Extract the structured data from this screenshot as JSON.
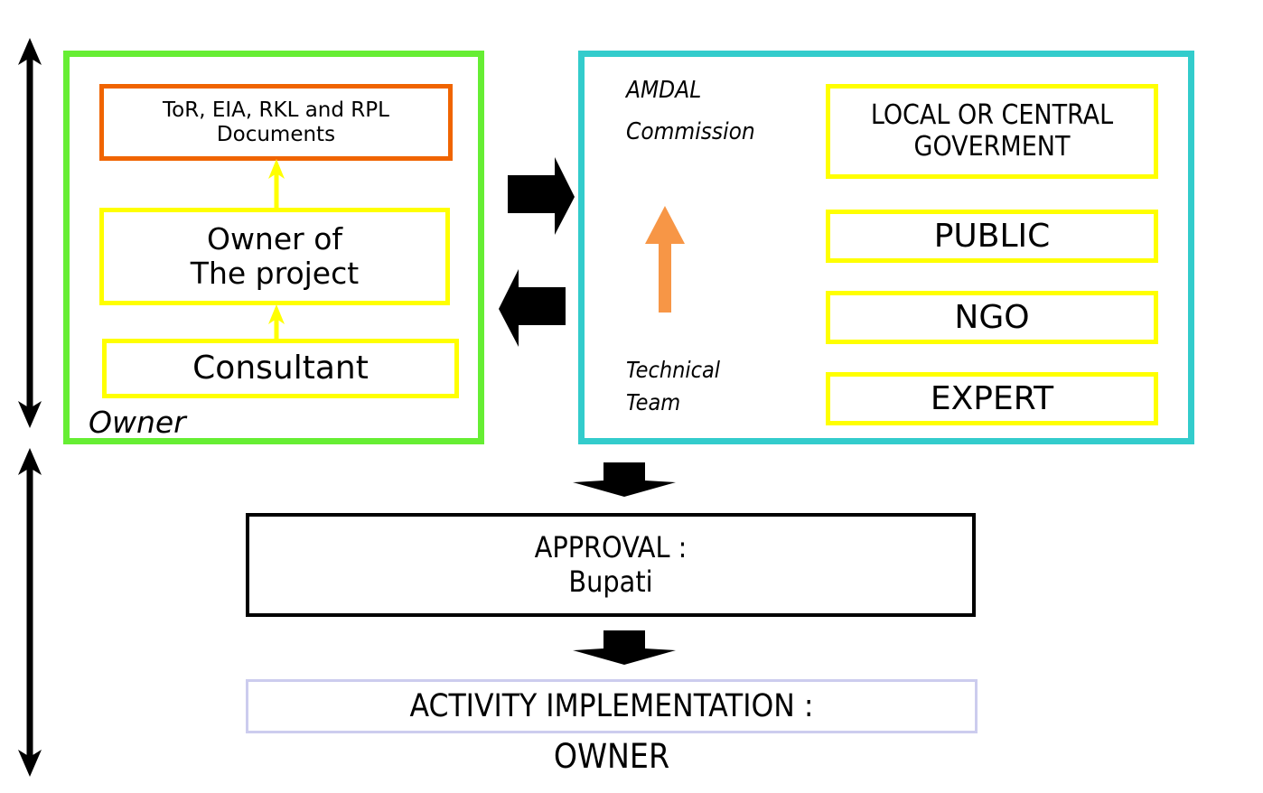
{
  "diagram": {
    "title_semantic": "AMDAL (EIA) permitting workflow",
    "colors": {
      "owner_panel_border": "#66ee33",
      "amdal_panel_border": "#33cccc",
      "document_box_border": "#f06400",
      "inner_box_border": "#ffff00",
      "orange_arrow": "#f79646",
      "activity_box_border": "#ccccee",
      "approval_box_border": "#000000",
      "black_arrow": "#000000"
    }
  },
  "owner_panel": {
    "label": "Owner",
    "documents_box": {
      "line1": "ToR, EIA, RKL and RPL",
      "line2": "Documents"
    },
    "owner_box": {
      "line1": "Owner of",
      "line2": "The project"
    },
    "consultant_box": {
      "label": "Consultant"
    }
  },
  "amdal_panel": {
    "label": {
      "line1": "AMDAL",
      "line2": "Commission"
    },
    "technical_team_label": {
      "line1": "Technical",
      "line2": "Team"
    },
    "members": [
      {
        "line1": "LOCAL OR CENTRAL",
        "line2": "GOVERMENT"
      },
      {
        "line1": "PUBLIC",
        "line2": ""
      },
      {
        "line1": "NGO",
        "line2": ""
      },
      {
        "line1": "EXPERT",
        "line2": ""
      }
    ]
  },
  "approval": {
    "line1": "APPROVAL :",
    "line2": "Bupati"
  },
  "activity": {
    "line1": "ACTIVITY IMPLEMENTATION :",
    "line2": "OWNER"
  },
  "arrows": {
    "submit": "block-arrow-right",
    "return": "block-arrow-left",
    "to_approval": "block-arrow-down",
    "to_activity": "block-arrow-down",
    "consultant_to_owner": "thin-arrow-up",
    "owner_to_documents": "thin-arrow-up",
    "team_to_commission": "orange-arrow-up",
    "scope_upper": "double-headed-vertical-arrow",
    "scope_lower": "double-headed-vertical-arrow"
  }
}
